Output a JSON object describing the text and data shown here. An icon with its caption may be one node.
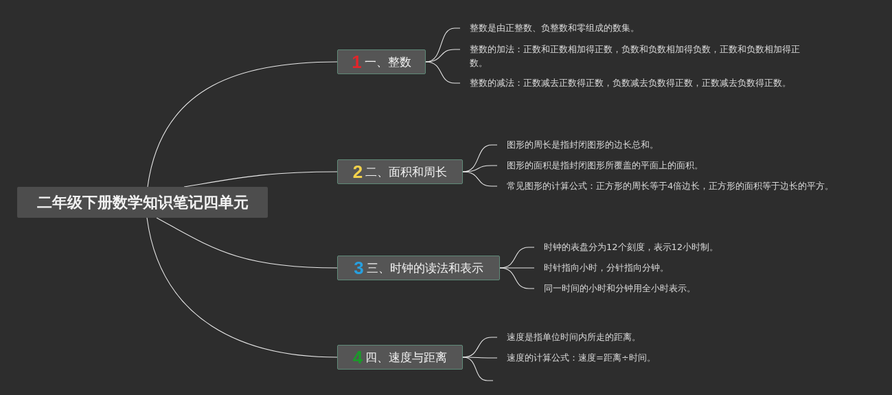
{
  "diagram": {
    "nodes": [
      {
        "text": [
          "二年级下册数学知识笔记四单元"
        ]
      },
      {
        "text": [
          "1",
          "一、整数"
        ]
      },
      {
        "text": [
          "整数是由正整数、负整数和零组成的数集。"
        ]
      },
      {
        "text": [
          "整数的加法：正数和正数相加得正数，负数和负数相加得负数，正数和负数相加得正数。"
        ]
      },
      {
        "text": [
          "整数的减法：正数减去正数得正数，负数减去负数得正数，正数减去负数得正数。"
        ]
      },
      {
        "text": [
          "2",
          "二、面积和周长"
        ]
      },
      {
        "text": [
          "图形的周长是指封闭图形的边长总和。"
        ]
      },
      {
        "text": [
          "图形的面积是指封闭图形所覆盖的平面上的面积。"
        ]
      },
      {
        "text": [
          "常见图形的计算公式：正方形的周长等于4倍边长，正方形的面积等于边长的平方。"
        ]
      },
      {
        "text": [
          "3",
          "三、时钟的读法和表示"
        ]
      },
      {
        "text": [
          "时钟的表盘分为12个刻度，表示12小时制。"
        ]
      },
      {
        "text": [
          "时针指向小时，分针指向分钟。"
        ]
      },
      {
        "text": [
          "同一时间的小时和分钟用全小时表示。"
        ]
      },
      {
        "text": [
          "4",
          "四、速度与距离"
        ]
      },
      {
        "text": [
          "速度是指单位时间内所走的距离。"
        ]
      },
      {
        "text": [
          "速度的计算公式：速度=距离÷时间。"
        ]
      }
    ],
    "edges": [
      {
        "from": 0,
        "to": 1,
        "arrow": "none"
      },
      {
        "from": 1,
        "to": 2,
        "arrow": "none"
      },
      {
        "from": 1,
        "to": 3,
        "arrow": "none"
      },
      {
        "from": 1,
        "to": 4,
        "arrow": "none"
      },
      {
        "from": 0,
        "to": 5,
        "arrow": "none"
      },
      {
        "from": 5,
        "to": 6,
        "arrow": "none"
      },
      {
        "from": 5,
        "to": 7,
        "arrow": "none"
      },
      {
        "from": 5,
        "to": 8,
        "arrow": "none"
      },
      {
        "from": 0,
        "to": 9,
        "arrow": "none"
      },
      {
        "from": 9,
        "to": 10,
        "arrow": "none"
      },
      {
        "from": 9,
        "to": 11,
        "arrow": "none"
      },
      {
        "from": 9,
        "to": 12,
        "arrow": "none"
      },
      {
        "from": 0,
        "to": 13,
        "arrow": "none"
      },
      {
        "from": 13,
        "to": 14,
        "arrow": "none"
      },
      {
        "from": 13,
        "to": 15,
        "arrow": "none"
      },
      {
        "from": 13,
        "to": null,
        "arrow": "none"
      }
    ]
  }
}
